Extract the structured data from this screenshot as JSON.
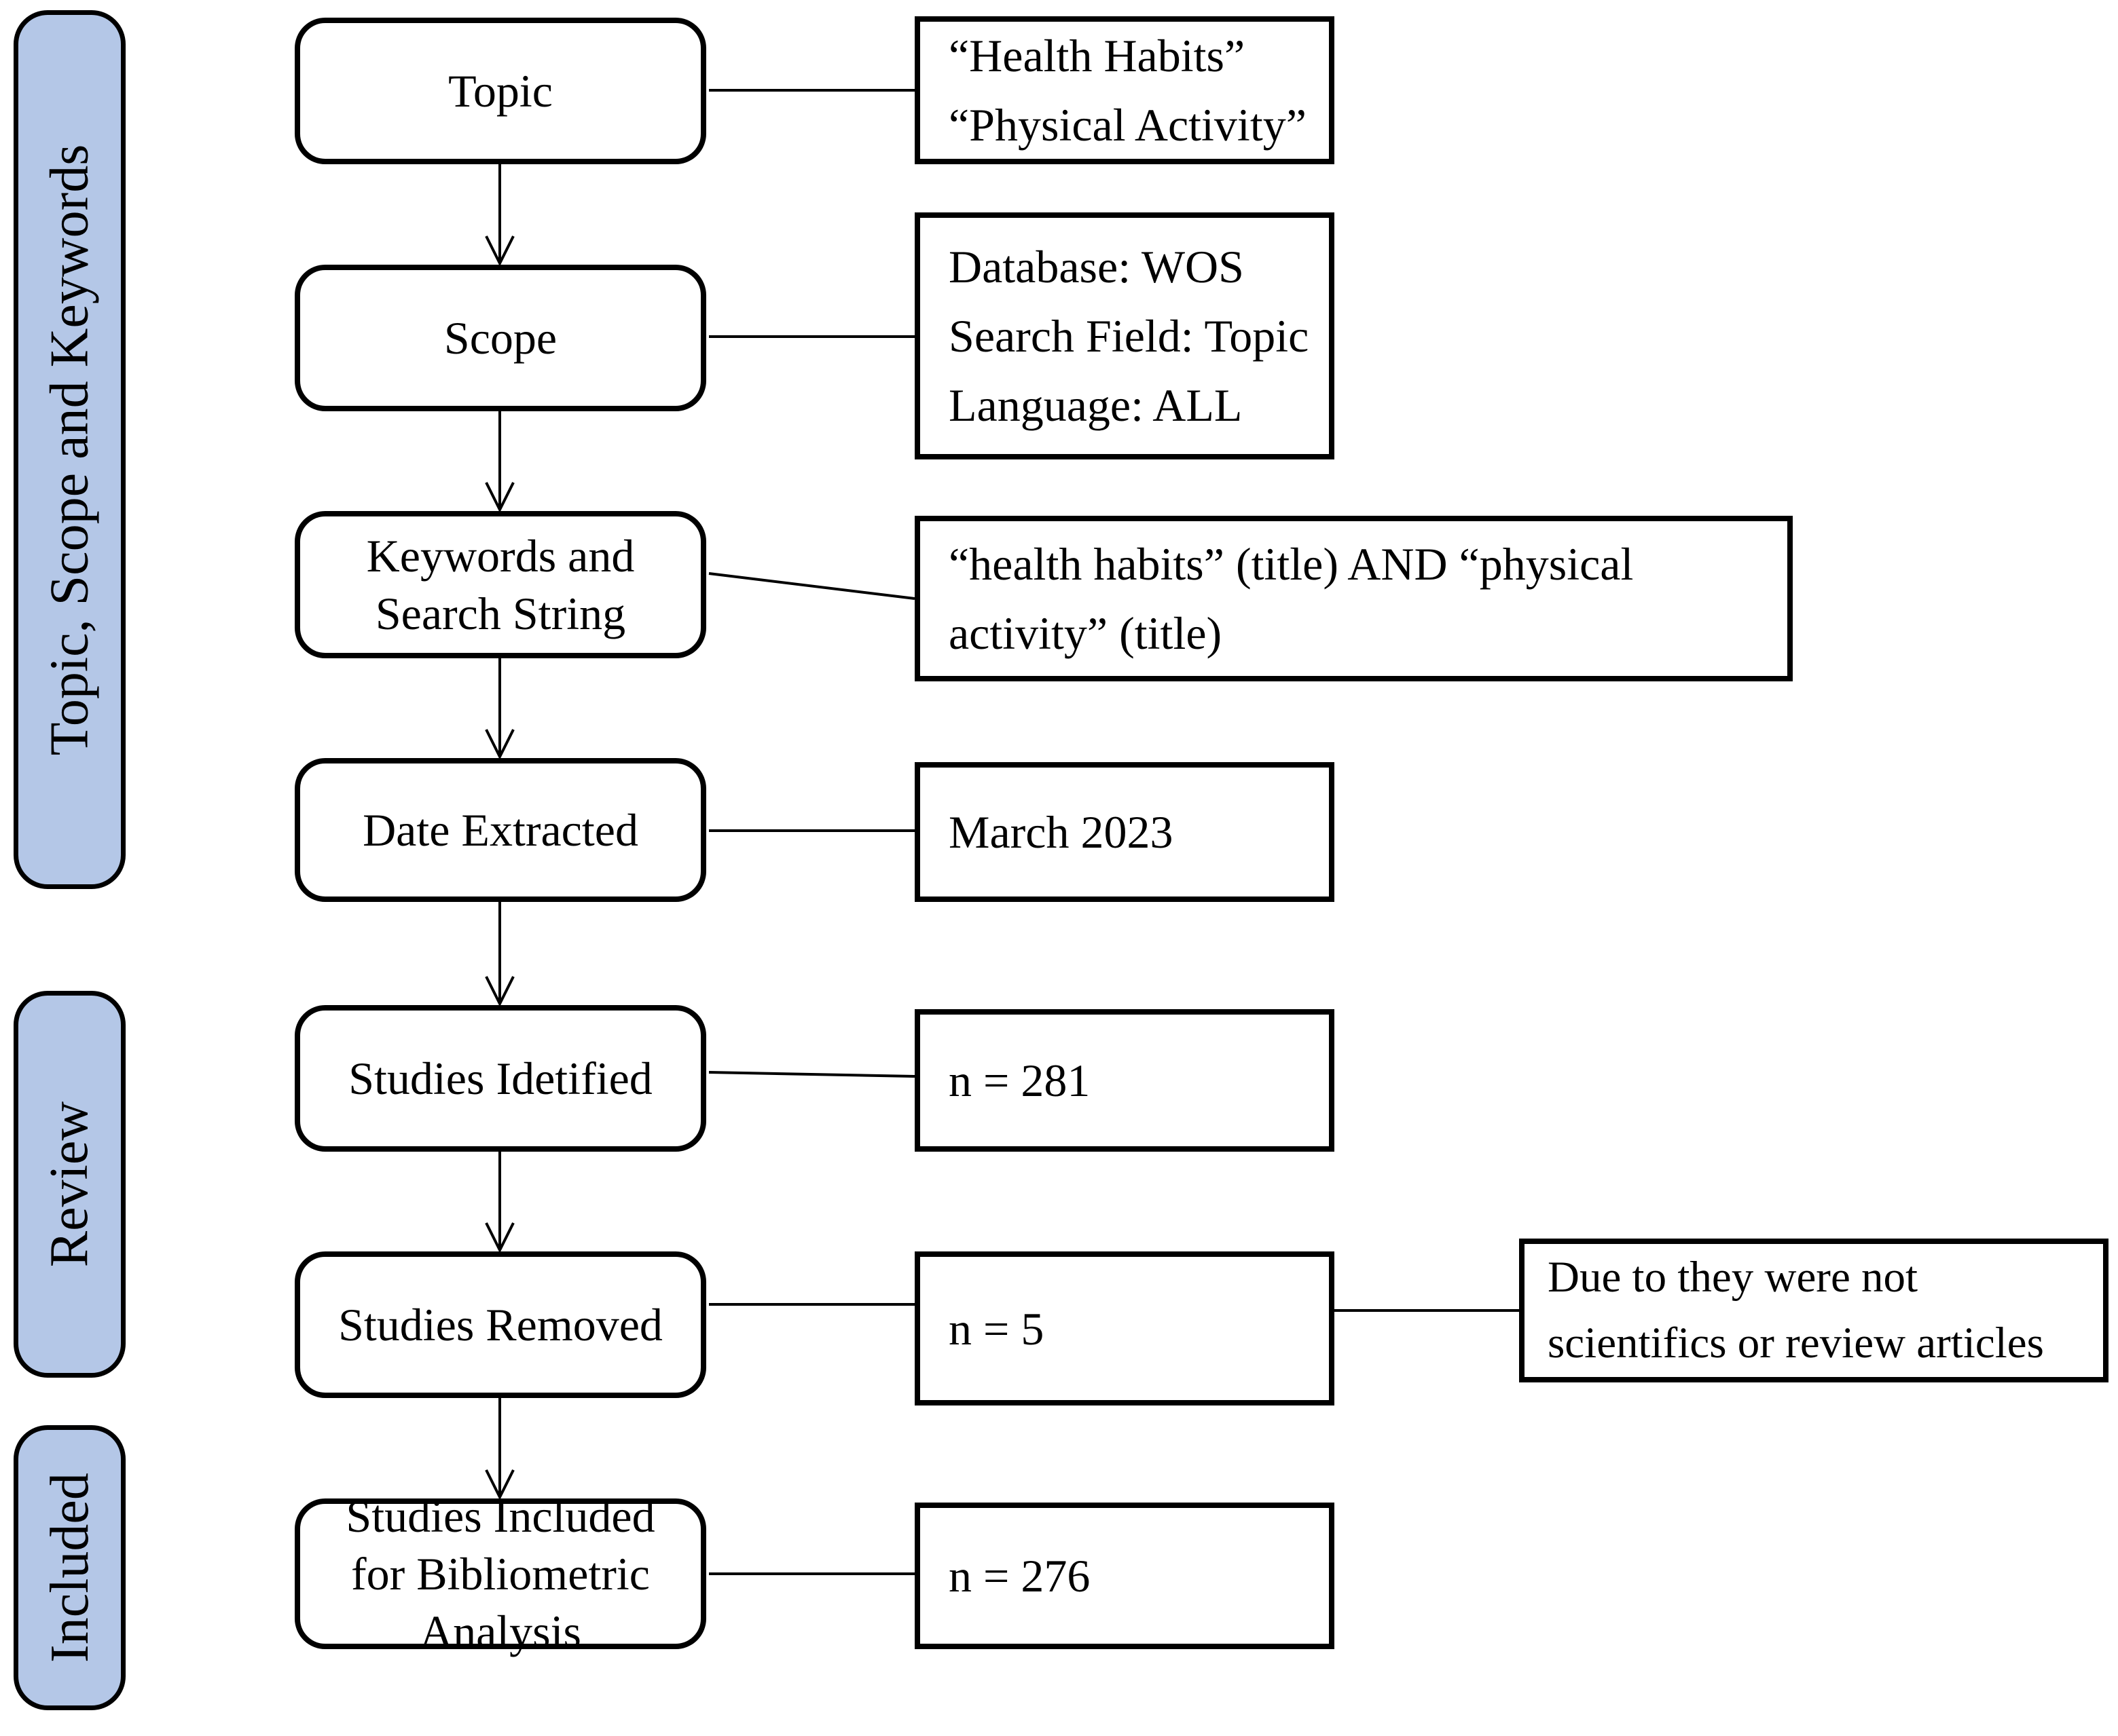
{
  "diagram": {
    "background": "#ffffff",
    "stage_fill": "#b4c7e7",
    "line_color": "#000000",
    "stages": [
      {
        "label": "Topic, Scope and Keywords"
      },
      {
        "label": "Review"
      },
      {
        "label": "Included"
      }
    ],
    "steps": [
      {
        "label": "Topic",
        "detail": "“Health Habits”\n“Physical Activity”"
      },
      {
        "label": "Scope",
        "detail": "Database: WOS\nSearch Field: Topic\nLanguage: ALL"
      },
      {
        "label": "Keywords and\nSearch String",
        "detail": "“health habits” (title) AND “physical\nactivity” (title)"
      },
      {
        "label": "Date Extracted",
        "detail": "March 2023"
      },
      {
        "label": "Studies Idetified",
        "detail": "n = 281"
      },
      {
        "label": "Studies Removed",
        "detail": "n = 5"
      },
      {
        "label": "Studies Included\nfor Bibliometric\nAnalysis",
        "detail": "n = 276"
      }
    ],
    "note": {
      "text": "Due to they were not\nscientifics or review articles"
    }
  }
}
